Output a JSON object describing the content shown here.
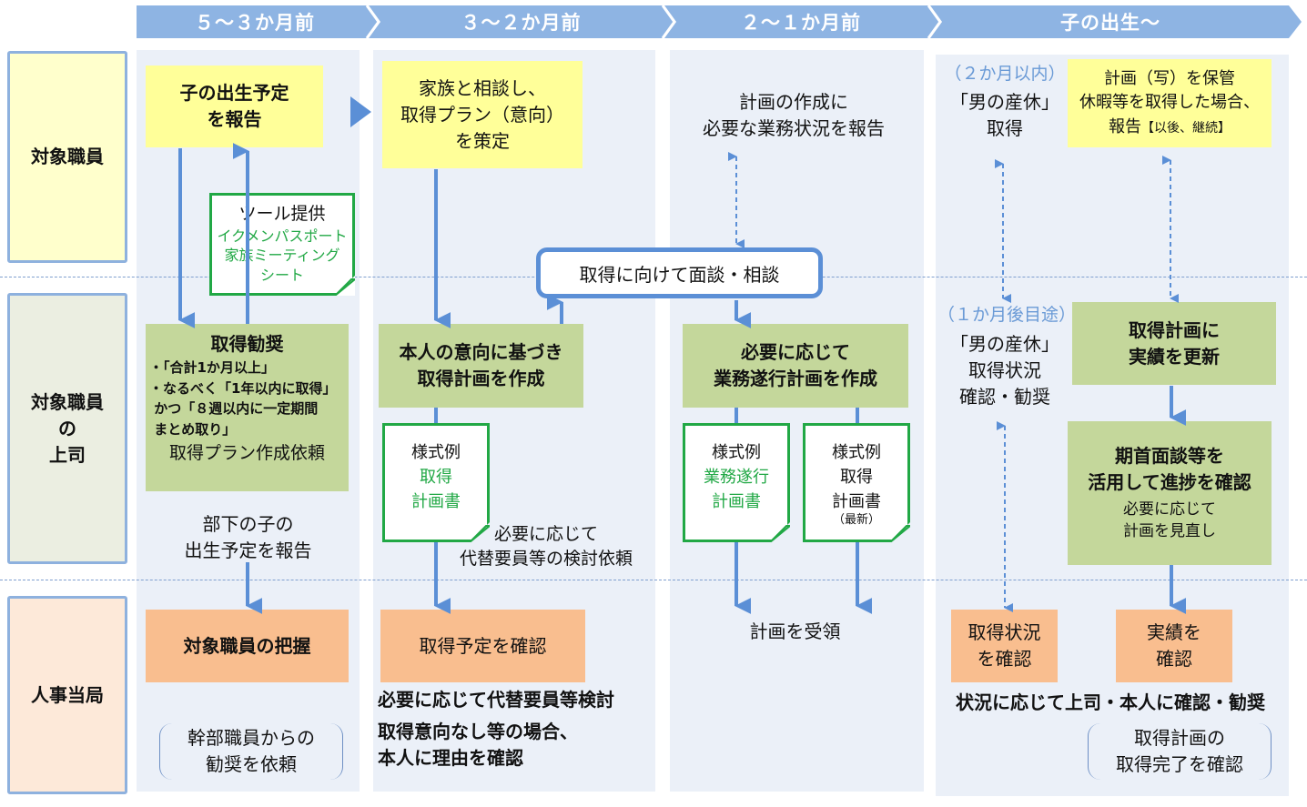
{
  "phases": [
    "５～３か月前",
    "３～２か月前",
    "２～１か月前",
    "子の出生～"
  ],
  "lanes": {
    "employee": "対象職員",
    "supervisor": "対象職員\nの\n上司",
    "hr": "人事当局"
  },
  "colors": {
    "phase_bar": "#8eb4e3",
    "column_bg": "#ebf0f8",
    "employee_lane": "#ffffcc",
    "supervisor_lane": "#ebeee1",
    "hr_lane": "#fde9d9",
    "yellow_box": "#ffff99",
    "green_box": "#c4d79b",
    "orange_box": "#f9be8f",
    "arrow": "#5b8fd6",
    "doc_border": "#21a845"
  },
  "col1": {
    "report_birth": "子の出生予定\nを報告",
    "tool_title": "ツール提供",
    "tool_items": "イクメンパスポート\n家族ミーティング\nシート",
    "encourage_title": "取得勧奨",
    "encourage_bullets": "・「合計1か月以上」\n・なるべく「1年以内に取得」\n かつ「８週以内に一定期間\n まとめ取り」",
    "encourage_request": "取得プラン作成依頼",
    "subordinate_report": "部下の子の\n出生予定を報告",
    "hr_grasp": "対象職員の把握",
    "hr_bracket": "幹部職員からの\n勧奨を依頼"
  },
  "col2": {
    "plan_intent": "家族と相談し、\n取得プラン（意向）\nを策定",
    "make_plan": "本人の意向に基づき\n取得計画を作成",
    "doc_label": "様式例",
    "doc_name": "取得\n計画書",
    "substitute_request": "必要に応じて\n代替要員等の検討依頼",
    "hr_confirm": "取得予定を確認",
    "hr_note1": "必要に応じて代替要員等検討",
    "hr_note2": "取得意向なし等の場合、\n本人に理由を確認"
  },
  "col3": {
    "report_work": "計画の作成に\n必要な業務状況を報告",
    "interview": "取得に向けて面談・相談",
    "make_work_plan": "必要に応じて\n業務遂行計画を作成",
    "doc1_label": "様式例",
    "doc1_name": "業務遂行\n計画書",
    "doc2_label": "様式例",
    "doc2_name": "取得\n計画書",
    "doc2_note": "（最新）",
    "receive_plan": "計画を受領"
  },
  "col4": {
    "within_2m": "（２か月以内）",
    "take_leave": "「男の産休」\n取得",
    "keep_plan": "計画（写）を保管\n休暇等を取得した場合、\n報告",
    "keep_plan_suffix": "【以後、継続】",
    "after_1m": "（１か月後目途）",
    "check_status": "「男の産休」\n取得状況\n確認・勧奨",
    "update_plan": "取得計画に\n実績を更新",
    "progress_title": "期首面談等を\n活用して進捗を確認",
    "progress_sub": "必要に応じて\n計画を見直し",
    "hr_status": "取得状況\nを確認",
    "hr_results": "実績を\n確認",
    "hr_note": "状況に応じて上司・本人に確認・勧奨",
    "hr_bracket": "取得計画の\n取得完了を確認"
  }
}
